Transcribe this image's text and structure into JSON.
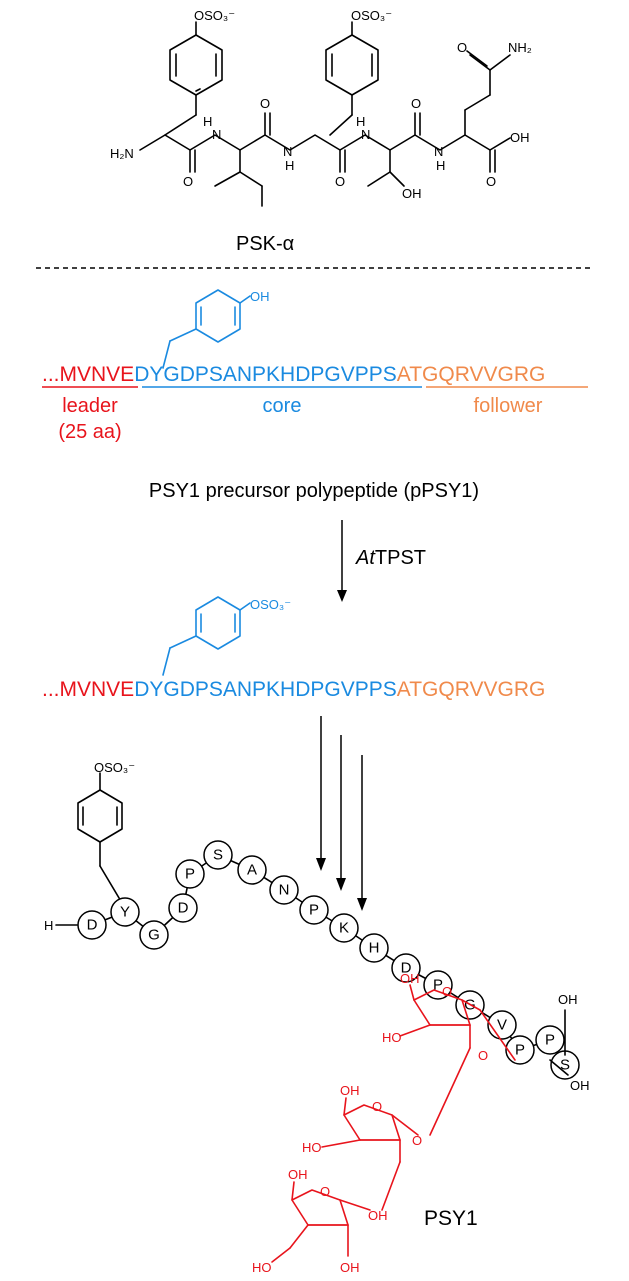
{
  "colors": {
    "leader": "#e8141c",
    "core": "#1a8ae0",
    "follower": "#f08a4b",
    "ink": "#000000",
    "sugar": "#e8141c"
  },
  "psk": {
    "name": "PSK-α",
    "atoms": {
      "oso3_left": "OSO₃⁻",
      "oso3_right": "OSO₃⁻",
      "nh2_amide": "NH₂",
      "h2n": "H₂N",
      "o_amide_top": "O",
      "o1": "O",
      "o2": "O",
      "o3": "O",
      "o4": "O",
      "o_acid": "O",
      "oh_acid": "OH",
      "nh1": "H",
      "n1": "N",
      "nh2": "N",
      "nh2h": "H",
      "nh3": "H",
      "n3": "N",
      "nh4": "N",
      "nh4h": "H",
      "oh_thr": "OH"
    }
  },
  "precursor": {
    "oh_label": "OH",
    "leader_seq": "...MVNVE",
    "core_seq": "DYGDPSANPKHDPGVPPS",
    "follower_seq": "ATGQRVVGRG",
    "leader_label": "leader",
    "leader_sub": "(25 aa)",
    "core_label": "core",
    "follower_label": "follower",
    "caption": "PSY1 precursor polypeptide (pPSY1)"
  },
  "enzyme": {
    "prefix": "At",
    "suffix": "TPST"
  },
  "sulfated": {
    "oso3_label": "OSO₃⁻",
    "leader_seq": "...MVNVE",
    "core_seq": "DYGDPSANPKHDPGVPPS",
    "follower_seq": "ATGQRVVGRG"
  },
  "psy1": {
    "name": "PSY1",
    "h_label": "H",
    "oso3_label": "OSO₃⁻",
    "oh_ser": "OH",
    "oh_pro": "OH",
    "residues": [
      "D",
      "Y",
      "G",
      "D",
      "P",
      "S",
      "A",
      "N",
      "P",
      "K",
      "H",
      "D",
      "P",
      "G",
      "V",
      "P",
      "P",
      "S"
    ],
    "sugar_labels": [
      "OH",
      "O",
      "HO",
      "O",
      "OH",
      "O",
      "HO",
      "O",
      "OH",
      "O",
      "OH",
      "HO",
      "OH"
    ]
  }
}
